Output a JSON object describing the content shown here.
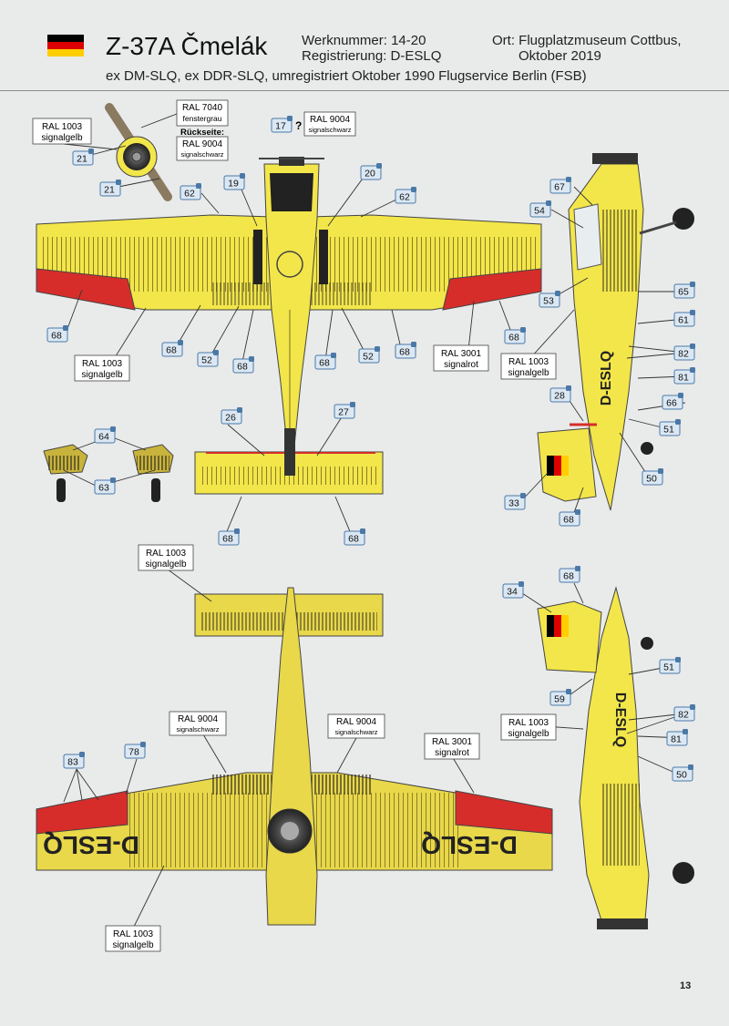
{
  "header": {
    "title": "Z-37A Čmelák",
    "werknummer": "Werknummer: 14-20",
    "registrierung": "Registrierung: D-ESLQ",
    "ort_line1": "Ort: Flugplatzmuseum Cottbus,",
    "ort_line2": "Oktober 2019",
    "subtitle": "ex DM-SLQ, ex DDR-SLQ, umregistriert Oktober 1990 Flugservice Berlin (FSB)",
    "flag_colors": [
      "#000000",
      "#dd0000",
      "#ffce00"
    ]
  },
  "registration_mark": "D-ESLQ",
  "colors": {
    "yellow": "#f2e64a",
    "yellow_under": "#e8d84a",
    "red": "#d62d2a",
    "black": "#222222",
    "callout_fill": "#dbe8f3",
    "callout_stroke": "#4a79a8"
  },
  "paint_labels": {
    "ral1003_a": {
      "code": "RAL 1003",
      "name": "signalgelb"
    },
    "ral7040": {
      "code": "RAL 7040",
      "name": "fenstergrau"
    },
    "rueckseite": {
      "code": "Rückseite:",
      "name": ""
    },
    "ral9004_prop": {
      "code": "RAL 9004",
      "name": "signalschwarz"
    },
    "ral9004_top": {
      "code": "RAL 9004",
      "name": "signalschwarz"
    },
    "ral1003_b": {
      "code": "RAL 1003",
      "name": "signalgelb"
    },
    "ral3001_a": {
      "code": "RAL 3001",
      "name": "signalrot"
    },
    "ral1003_c": {
      "code": "RAL 1003",
      "name": "signalgelb"
    },
    "ral1003_d": {
      "code": "RAL 1003",
      "name": "signalgelb"
    },
    "ral9004_bl": {
      "code": "RAL 9004",
      "name": "signalschwarz"
    },
    "ral9004_br": {
      "code": "RAL 9004",
      "name": "signalschwarz"
    },
    "ral3001_b": {
      "code": "RAL 3001",
      "name": "signalrot"
    },
    "ral1003_e": {
      "code": "RAL 1003",
      "name": "signalgelb"
    },
    "ral1003_f": {
      "code": "RAL 1003",
      "name": "signalgelb"
    }
  },
  "callouts": {
    "c21a": "21",
    "c21b": "21",
    "c17": "17",
    "q17": "?",
    "c62a": "62",
    "c19": "19",
    "c20": "20",
    "c62b": "62",
    "c68a": "68",
    "c68b": "68",
    "c52a": "52",
    "c68c": "68",
    "c68d": "68",
    "c52b": "52",
    "c68e": "68",
    "c26": "26",
    "c27": "27",
    "c68f": "68",
    "c68g": "68",
    "c64": "64",
    "c63": "63",
    "c67": "67",
    "c54": "54",
    "c53": "53",
    "c65": "65",
    "c68h": "68",
    "c61": "61",
    "c82a": "82",
    "c81a": "81",
    "c28": "28",
    "c66": "66",
    "c51a": "51",
    "c50a": "50",
    "c33": "33",
    "c68i": "68",
    "c83": "83",
    "c78": "78",
    "c68j": "68",
    "c34": "34",
    "c51b": "51",
    "c59": "59",
    "c82b": "82",
    "c81b": "81",
    "c50b": "50"
  },
  "page_number": "13"
}
